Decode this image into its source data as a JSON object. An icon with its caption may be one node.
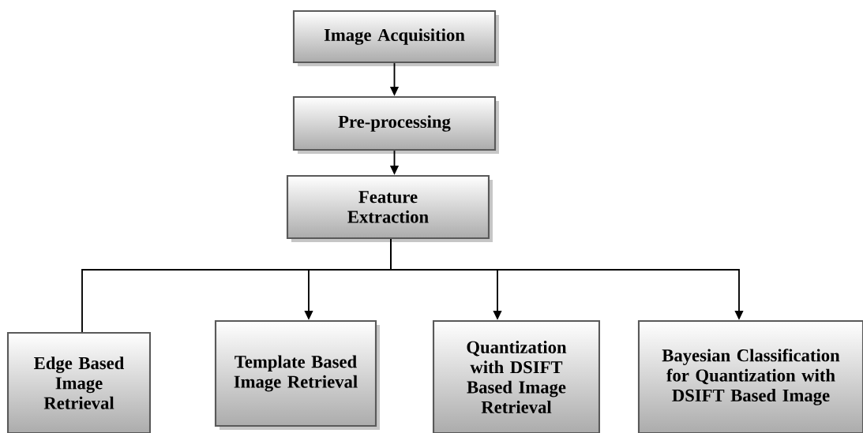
{
  "diagram": {
    "nodes": [
      {
        "text": [
          "Image Acquisition"
        ]
      },
      {
        "text": [
          "Pre-processing"
        ]
      },
      {
        "text": [
          "Feature Extraction"
        ]
      },
      {
        "text": [
          "Edge Based Image Retrieval"
        ]
      },
      {
        "text": [
          "Template Based Image Retrieval"
        ]
      },
      {
        "text": [
          "Quantization with DSIFT Based Image Retrieval"
        ]
      },
      {
        "text": [
          "Bayesian Classification for Quantization with DSIFT Based Image"
        ]
      }
    ],
    "edges": [
      {
        "from": 0,
        "to": 1,
        "arrow": "to"
      },
      {
        "from": 1,
        "to": 2,
        "arrow": "to"
      },
      {
        "from": 2,
        "to": 3,
        "arrow": "none"
      },
      {
        "from": 2,
        "to": 4,
        "arrow": "to"
      },
      {
        "from": 2,
        "to": 5,
        "arrow": "to"
      },
      {
        "from": 2,
        "to": 6,
        "arrow": "to"
      }
    ]
  }
}
